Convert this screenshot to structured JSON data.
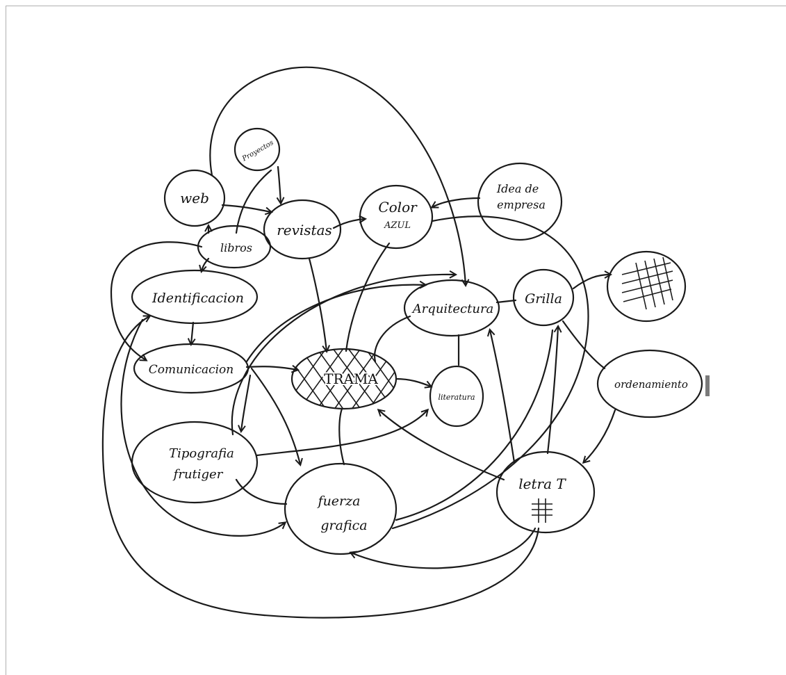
{
  "nodes": {
    "web": "web",
    "proyectos": "Proyectos",
    "revistas": "revistas",
    "color": [
      "Color",
      "AZUL"
    ],
    "idea_empresa": [
      "Idea de",
      "empresa"
    ],
    "libros": "libros",
    "identificacion": "Identificacion",
    "arquitectura": "Arquitectura",
    "grilla": "Grilla",
    "comunicacion": "Comunicacion",
    "trama": "TRAMA",
    "literatura": "literatura",
    "ordenamiento": "ordenamiento",
    "tipografia": [
      "Tipografia",
      "frutiger"
    ],
    "fuerza": [
      "fuerza",
      "grafica"
    ],
    "letra_t": "letra T"
  },
  "colors": {
    "ink": "#1a1a1a",
    "paper": "#ffffff"
  }
}
